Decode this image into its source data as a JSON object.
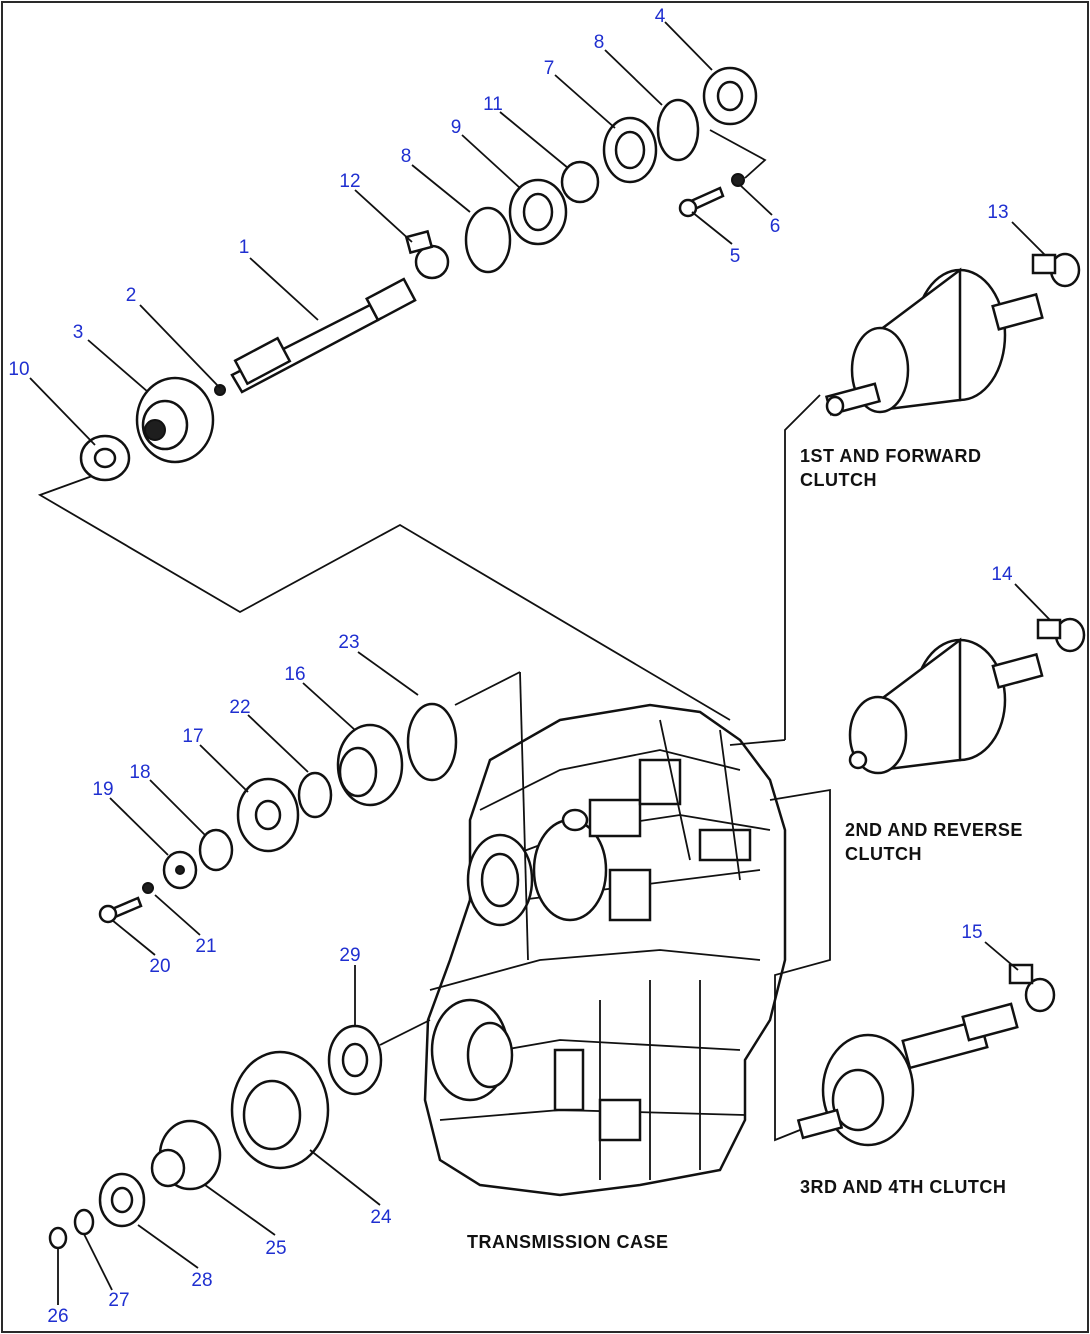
{
  "colors": {
    "callout": "#1f2fd0",
    "ink": "#111111",
    "background": "#ffffff"
  },
  "callouts": {
    "c1": "1",
    "c2": "2",
    "c3": "3",
    "c4": "4",
    "c5": "5",
    "c6": "6",
    "c7": "7",
    "c8a": "8",
    "c8b": "8",
    "c9": "9",
    "c10": "10",
    "c11": "11",
    "c12": "12",
    "c13": "13",
    "c14": "14",
    "c15": "15",
    "c16": "16",
    "c17": "17",
    "c18": "18",
    "c19": "19",
    "c20": "20",
    "c21": "21",
    "c22": "22",
    "c23": "23",
    "c24": "24",
    "c25": "25",
    "c26": "26",
    "c27": "27",
    "c28": "28",
    "c29": "29"
  },
  "labels": {
    "clutch1_line1": "1ST AND FORWARD",
    "clutch1_line2": "CLUTCH",
    "clutch2_line1": "2ND AND REVERSE",
    "clutch2_line2": "CLUTCH",
    "clutch3": "3RD AND 4TH CLUTCH",
    "case": "TRANSMISSION CASE"
  }
}
